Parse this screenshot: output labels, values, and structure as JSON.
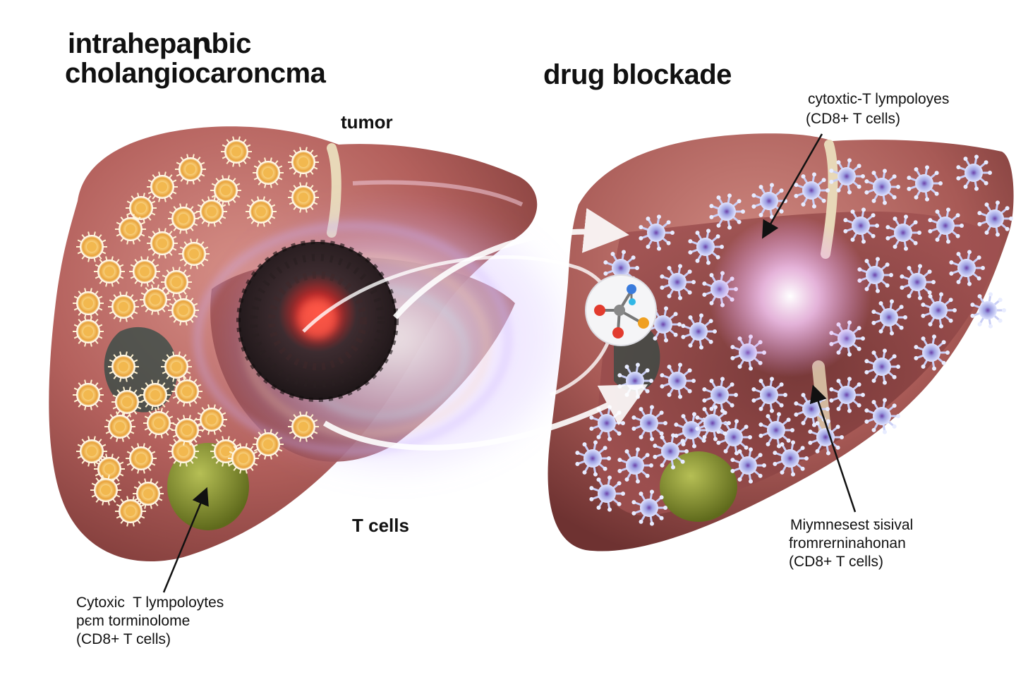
{
  "labels": {
    "title_line1": "intrahepaꞃbic",
    "title_line2": "cholangiocaroncma",
    "drug_blockade": "drug blockade",
    "tumor": "tumor",
    "t_cells": "T cells",
    "left_caption_line1": "Cytoxic  T lympoloytes",
    "left_caption_line2": "pєm torminolome",
    "left_caption_line3": "(CD8+ T cells)",
    "right_top_line1": "cytoxtic-T lympoloyes",
    "right_top_line2": "(CD8+ T cells)",
    "right_bottom_line1": "Miymnesest ƽisival",
    "right_bottom_line2": "fromrerninahonan",
    "right_bottom_line3": "(CD8+ T cells)"
  },
  "colors": {
    "liver": "#b4615d",
    "liver_light": "#d08a82",
    "tumor": "#3a2a2e",
    "tumor_core": "#e83a2c",
    "t_cell_glow": "#f7c76a",
    "cd8_cell": "#8c8fd0",
    "gallbladder": "#7e8a2e",
    "text": "#111111"
  },
  "icons": {
    "drug_molecule": "molecule-icon"
  }
}
